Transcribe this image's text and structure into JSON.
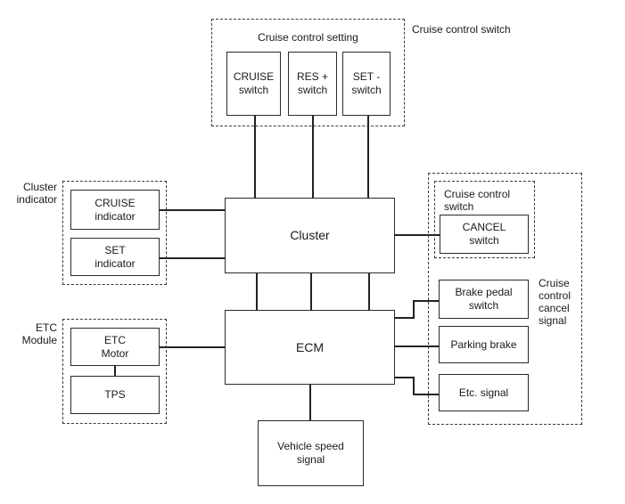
{
  "colors": {
    "background": "#ffffff",
    "line": "#222222",
    "box_border": "#2b2b2b"
  },
  "groups": {
    "cruise_control_setting": {
      "label": "Cruise control setting"
    },
    "cruise_control_switch_top": {
      "label": "Cruise control switch"
    },
    "cluster_indicator": {
      "label": "Cluster\nindicator"
    },
    "cruise_control_switch_right": {
      "label": "Cruise control\nswitch"
    },
    "cruise_control_cancel_signal": {
      "label": "Cruise\ncontrol\ncancel\nsignal"
    },
    "etc_module": {
      "label": "ETC\nModule"
    }
  },
  "nodes": {
    "cruise_switch": "CRUISE\nswitch",
    "res_switch": "RES +\nswitch",
    "set_switch": "SET -\nswitch",
    "cruise_indicator": "CRUISE\nindicator",
    "set_indicator": "SET\nindicator",
    "cluster": "Cluster",
    "cancel_switch": "CANCEL\nswitch",
    "brake_pedal_switch": "Brake pedal\nswitch",
    "parking_brake": "Parking brake",
    "etc_signal": "Etc. signal",
    "ecm": "ECM",
    "etc_motor": "ETC\nMotor",
    "tps": "TPS",
    "vehicle_speed_signal": "Vehicle speed\nsignal"
  }
}
